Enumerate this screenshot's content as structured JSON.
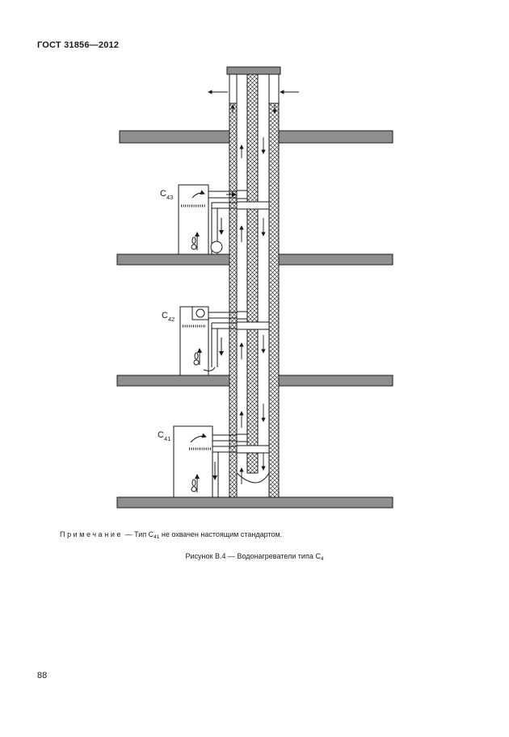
{
  "header": {
    "standard": "ГОСТ 31856—2012"
  },
  "figure": {
    "labels": [
      {
        "id": "c43",
        "base": "C",
        "sub": "43"
      },
      {
        "id": "c42",
        "base": "C",
        "sub": "42"
      },
      {
        "id": "c41",
        "base": "C",
        "sub": "41"
      }
    ]
  },
  "note": {
    "prefix": "Примечание",
    "text_before": " — Тип C",
    "sub": "41",
    "text_after": " не охвачен настоящим стандартом."
  },
  "caption": {
    "text": "Рисунок В.4 — Водонагреватели типа C",
    "sub": "4"
  },
  "page_number": "88",
  "colors": {
    "floor_slab": "#8f8f8f",
    "line": "#1a1a1a",
    "background": "#ffffff"
  }
}
